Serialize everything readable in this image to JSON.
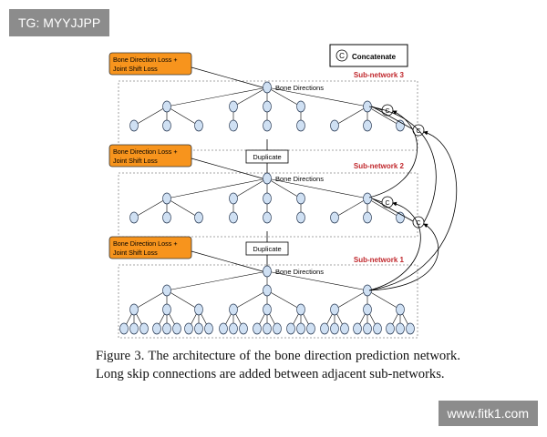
{
  "watermarks": {
    "top_left": "TG: MYYJJPP",
    "bottom_right": "www.fitk1.com"
  },
  "diagram": {
    "legend": {
      "symbol": "C",
      "label": "Concatenate"
    },
    "loss_label_line1": "Bone Direction Loss +",
    "loss_label_line2": "Joint Shift Loss",
    "bone_directions": "Bone Directions",
    "duplicate": "Duplicate",
    "concat_symbol": "C",
    "subnetworks": [
      "Sub-network 3",
      "Sub-network 2",
      "Sub-network 1"
    ],
    "colors": {
      "node_fill": "#cfe0f3",
      "loss_fill": "#f7941d",
      "subnetwork_label": "#c0282d"
    }
  },
  "caption": {
    "text": "Figure 3. The architecture of the bone direction prediction network. Long skip connections are added between adjacent sub-networks."
  }
}
